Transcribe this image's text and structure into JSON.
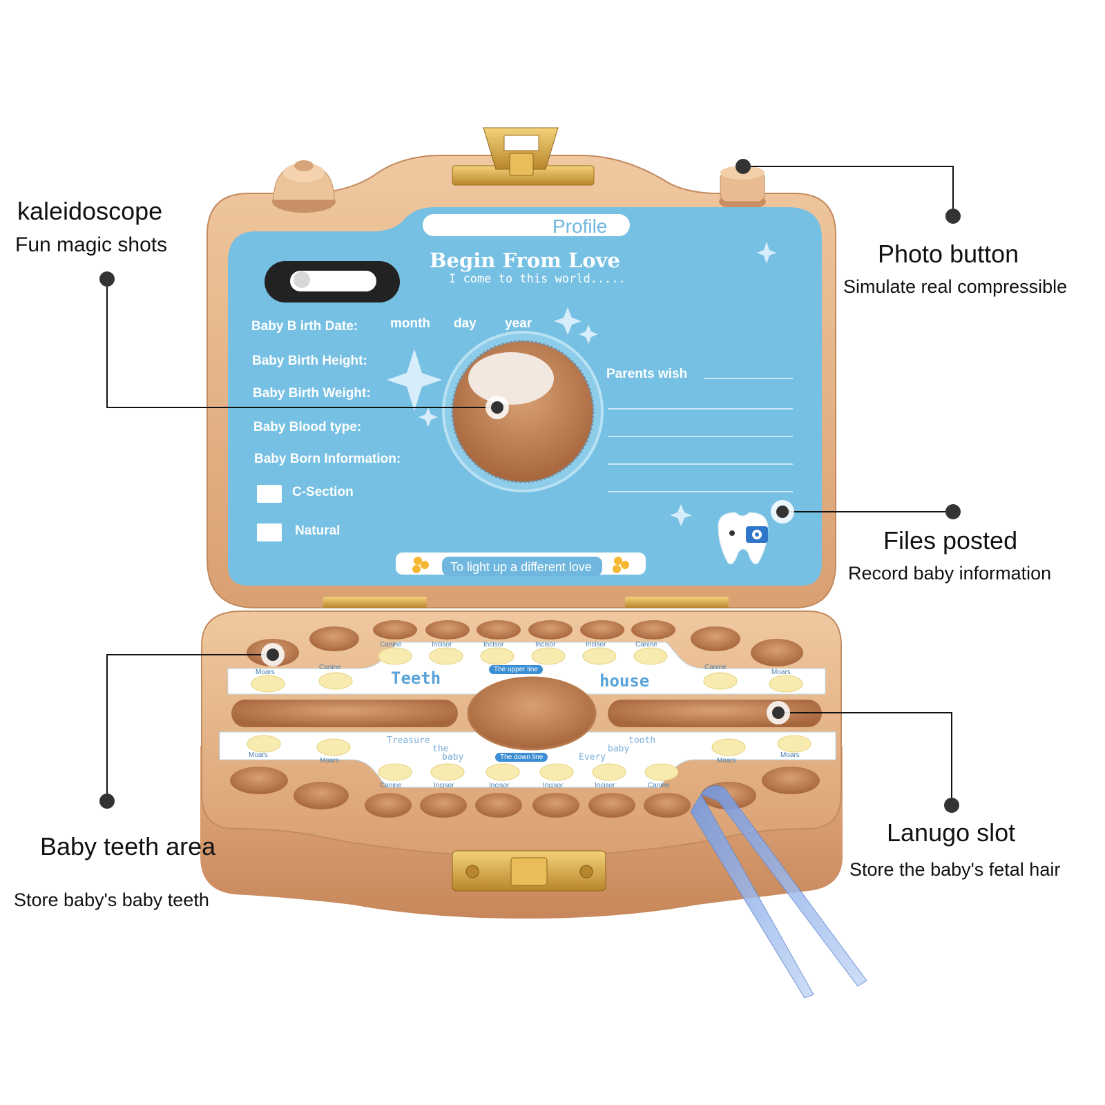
{
  "callouts": {
    "kaleidoscope": {
      "title": "kaleidoscope",
      "subtitle": "Fun magic shots"
    },
    "photo_button": {
      "title": "Photo button",
      "subtitle": "Simulate real compressible"
    },
    "files_posted": {
      "title": "Files posted",
      "subtitle": "Record baby information"
    },
    "baby_teeth_area": {
      "title": "Baby teeth area",
      "subtitle": "Store baby's baby teeth"
    },
    "lanugo_slot": {
      "title": "Lanugo slot",
      "subtitle": "Store the baby's fetal hair"
    }
  },
  "lid_card": {
    "profile": "Profile",
    "headline": "Begin From Love",
    "tagline": "I come to this world.....",
    "fields": {
      "birth_date": "Baby B irth Date:",
      "month": "month",
      "day": "day",
      "year": "year",
      "height": "Baby Birth Height:",
      "weight": "Baby  Birth Weight:",
      "blood": "Baby Blood type:",
      "born_info": "Baby Born Information:",
      "c_section": "C-Section",
      "natural": "Natural",
      "parents_wish": "Parents wish"
    },
    "footer": "To light up a different love"
  },
  "tray_sticker": {
    "upper_line": "The upper line",
    "down_line": "The down line",
    "left_word": "Teeth",
    "right_word": "house",
    "treasure": "Treasure",
    "the": "the",
    "baby": "baby",
    "every": "Every",
    "tooth": "tooth",
    "baby2": "baby",
    "labels": {
      "moars": "Moars",
      "canine": "Canine",
      "incisor": "Incisor"
    }
  },
  "colors": {
    "wood": "#e6b58e",
    "wood_dark": "#c98f62",
    "card_blue": "#74bfe2",
    "brass": "#d6a94a",
    "leader_line": "#111111",
    "tweezers": "#7fa7e8"
  },
  "icons": [
    "tooth-mascot-icon",
    "camera-icon",
    "sparkle-icon",
    "flower-icon"
  ]
}
